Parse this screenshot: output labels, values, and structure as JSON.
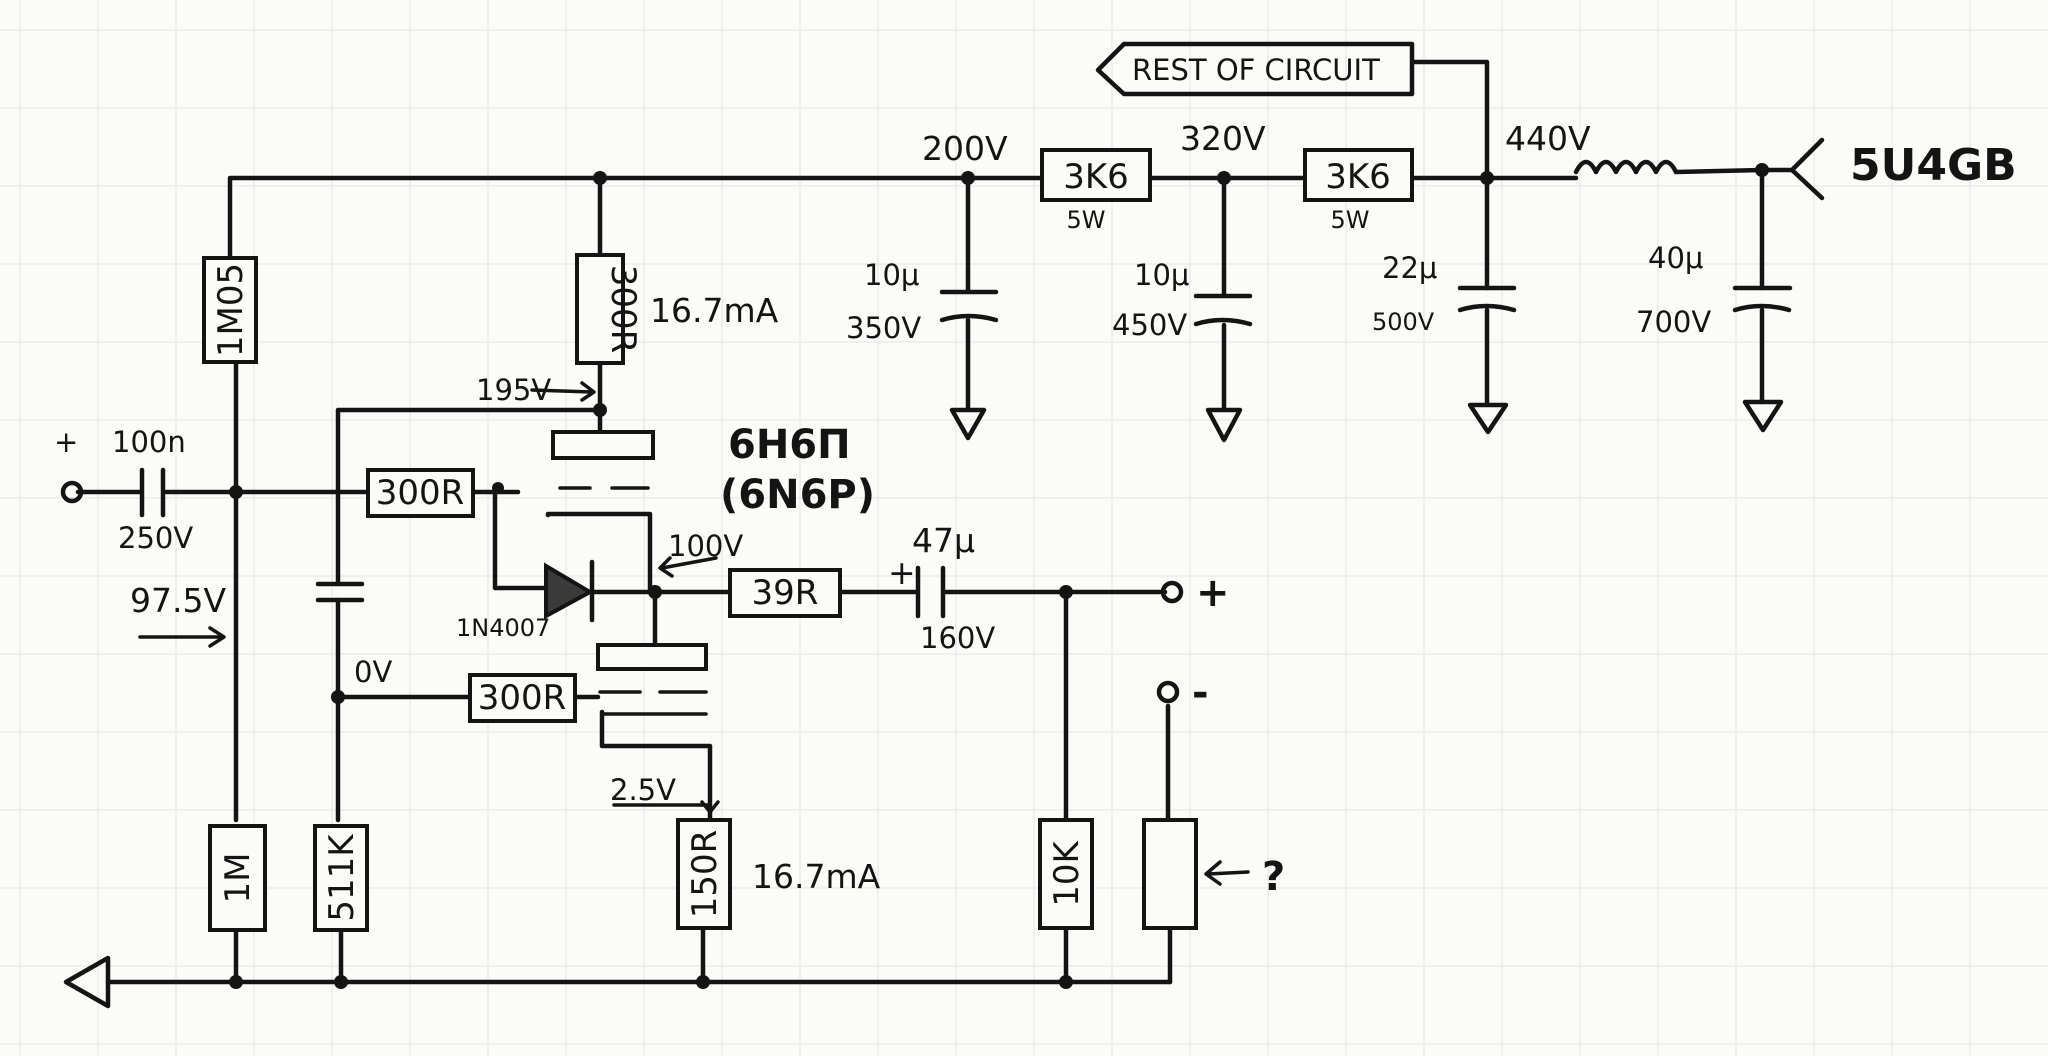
{
  "supply": {
    "rectifier": "5U4GB",
    "rest_of_circuit": "REST OF CIRCUIT",
    "node_440": "440V",
    "node_320": "320V",
    "node_200": "200V",
    "r_3k6_a": "3K6",
    "r_3k6_a_power": "5W",
    "r_3k6_b": "3K6",
    "r_3k6_b_power": "5W",
    "c1_value": "40μ",
    "c1_voltage": "700V",
    "c2_value": "22μ",
    "c2_voltage": "500V",
    "c3_value": "10μ",
    "c3_voltage": "450V",
    "c4_value": "10μ",
    "c4_voltage": "350V"
  },
  "amp": {
    "tube_name": "6H6П",
    "tube_alt_name": "(6N6P)",
    "r_top": "300R",
    "current_top": "16.7mA",
    "node_195": "195V",
    "r_bias_top": "1M05",
    "r_bias_bottom": "1M",
    "input_cap_value": "100n",
    "input_cap_voltage": "250V",
    "input_plus": "+",
    "node_97": "97.5V",
    "r_grid_top": "300R",
    "r_grid_bottom": "300R",
    "cap_grid_label": "",
    "node_0": "0V",
    "r_511k": "511K",
    "diode": "1N4007",
    "node_100": "100V",
    "r_39r": "39R",
    "out_cap_value": "47μ",
    "out_cap_voltage": "160V",
    "out_cap_plus": "+",
    "node_2_5": "2.5V",
    "r_cathode": "150R",
    "current_bottom": "16.7mA",
    "r_10k": "10K",
    "out_plus": "+",
    "out_minus": "-",
    "load_question": "?"
  }
}
